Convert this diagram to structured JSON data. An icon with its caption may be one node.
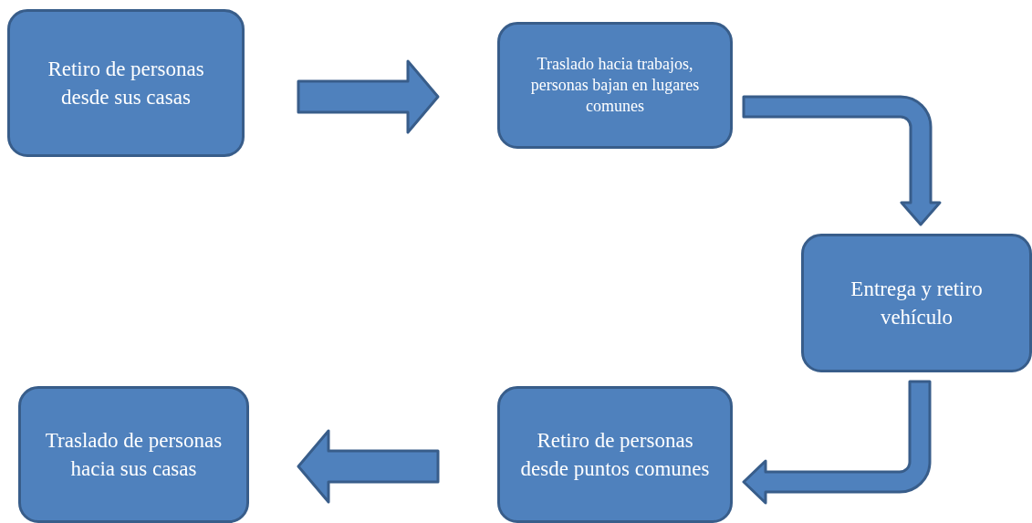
{
  "diagram": {
    "nodes": [
      {
        "text": [
          "Retiro de personas desde sus casas"
        ]
      },
      {
        "text": [
          "Traslado hacia trabajos, personas bajan en lugares comunes"
        ]
      },
      {
        "text": [
          "Entrega y retiro vehículo"
        ]
      },
      {
        "text": [
          "Retiro de personas desde puntos comunes"
        ]
      },
      {
        "text": [
          "Traslado de personas hacia sus casas"
        ]
      }
    ],
    "edges": [
      {
        "from": 0,
        "to": 1,
        "arrow": "to"
      },
      {
        "from": 1,
        "to": 2,
        "arrow": "to"
      },
      {
        "from": 2,
        "to": 3,
        "arrow": "to"
      },
      {
        "from": 3,
        "to": 4,
        "arrow": "to"
      }
    ]
  }
}
